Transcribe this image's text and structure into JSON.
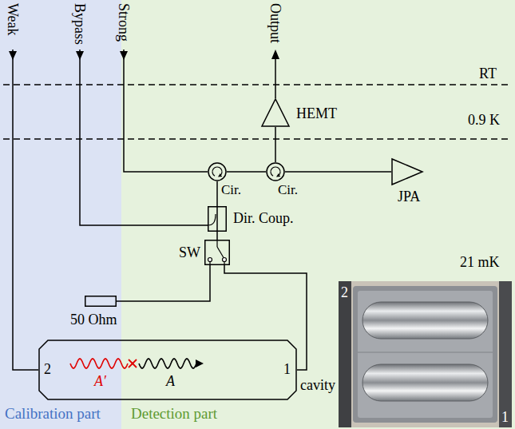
{
  "diagram": {
    "nodes": [
      {
        "text": [
          "Calibration part"
        ]
      },
      {
        "text": [
          "Detection part"
        ]
      },
      {
        "text": [
          "HEMT"
        ],
        "in": 1
      },
      {
        "text": [
          "Cir."
        ],
        "in": 1
      },
      {
        "text": [
          "Cir."
        ],
        "in": 1
      },
      {
        "text": [
          "JPA"
        ],
        "in": 1
      },
      {
        "text": [
          "Dir. Coup."
        ],
        "in": 1
      },
      {
        "text": [
          "SW"
        ],
        "in": 1
      },
      {
        "text": [
          "50 Ohm"
        ],
        "in": 0
      },
      {
        "text": [
          "2",
          "1",
          "A′",
          "A",
          "cavity"
        ]
      }
    ],
    "edges": [
      {
        "from": 4,
        "to": 2,
        "arrow": "none"
      },
      {
        "from": 3,
        "to": 4,
        "arrow": "none"
      },
      {
        "from": 4,
        "to": 5,
        "arrow": "none"
      },
      {
        "from": 3,
        "to": 6,
        "arrow": "none"
      },
      {
        "from": 6,
        "to": 7,
        "arrow": "none"
      },
      {
        "from": 7,
        "to": 8,
        "arrow": "none"
      },
      {
        "from": 7,
        "to": 9,
        "arrow": "none"
      }
    ],
    "labels": [
      "Weak",
      "Bypass",
      "Strong",
      "Output",
      "RT",
      "0.9 K",
      "21 mK",
      "2",
      "1"
    ]
  }
}
